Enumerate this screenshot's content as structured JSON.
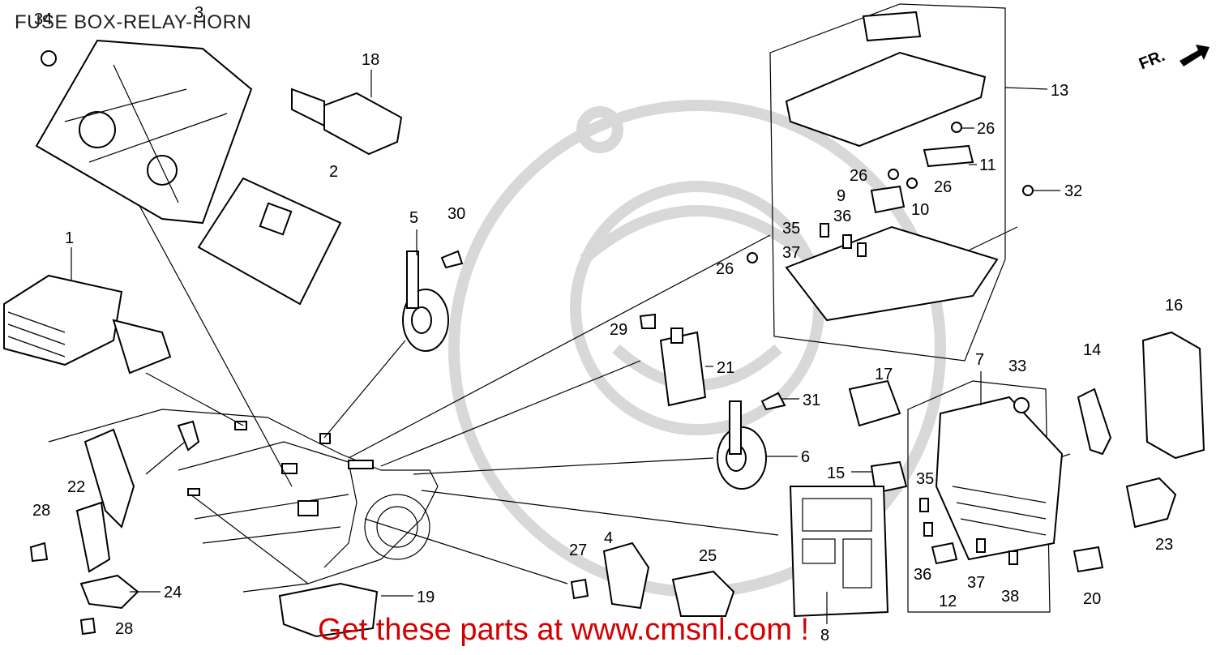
{
  "title": "FUSE BOX-RELAY-HORN",
  "promo": "Get these parts at www.cmsnl.com !",
  "direction_label": "FR.",
  "callouts": [
    "34",
    "3",
    "18",
    "2",
    "1",
    "5",
    "30",
    "13",
    "26",
    "11",
    "26",
    "26",
    "9",
    "10",
    "35",
    "36",
    "37",
    "26",
    "32",
    "29",
    "21",
    "17",
    "31",
    "6",
    "7",
    "33",
    "14",
    "16",
    "15",
    "35",
    "36",
    "37",
    "38",
    "12",
    "20",
    "23",
    "22",
    "28",
    "24",
    "28",
    "27",
    "4",
    "25",
    "19",
    "8"
  ],
  "colors": {
    "promo": "#d40000",
    "line": "#000000",
    "watermark": "#d8d8d8"
  }
}
